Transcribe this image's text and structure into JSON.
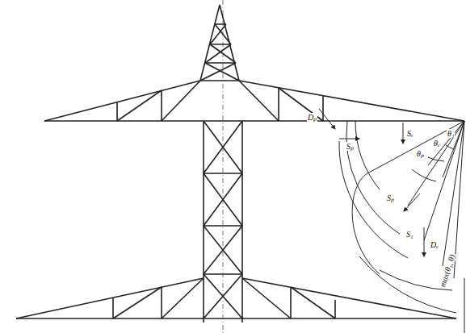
{
  "diagram": {
    "labels": [
      "Sₑ",
      "Dₚ",
      "θₚ",
      "θₑ",
      "θ₁",
      "Sₚ",
      "Sₚ",
      "S₁",
      "Dₑ",
      "max(θ₁, θ)"
    ]
  }
}
